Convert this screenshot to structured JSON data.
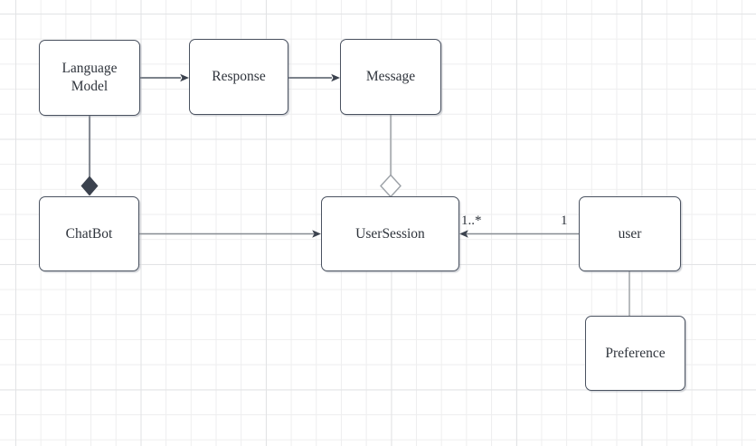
{
  "diagram": {
    "nodes": [
      {
        "id": "language-model",
        "label": "Language\nModel"
      },
      {
        "id": "response",
        "label": "Response"
      },
      {
        "id": "message",
        "label": "Message"
      },
      {
        "id": "chatbot",
        "label": "ChatBot"
      },
      {
        "id": "user-session",
        "label": "UserSession"
      },
      {
        "id": "user",
        "label": "user"
      },
      {
        "id": "preference",
        "label": "Preference"
      }
    ],
    "edges": [
      {
        "from": "Language Model",
        "to": "Response",
        "type": "directed-arrow"
      },
      {
        "from": "Response",
        "to": "Message",
        "type": "directed-arrow"
      },
      {
        "from": "Language Model",
        "to": "ChatBot",
        "type": "composition-filled-diamond"
      },
      {
        "from": "Message",
        "to": "UserSession",
        "type": "aggregation-hollow-diamond"
      },
      {
        "from": "ChatBot",
        "to": "UserSession",
        "type": "directed-arrow"
      },
      {
        "from": "user",
        "to": "UserSession",
        "type": "directed-arrow",
        "source_label": "1",
        "target_label": "1..*"
      },
      {
        "from": "user",
        "to": "Preference",
        "type": "plain-line"
      }
    ],
    "edge_labels": [
      {
        "id": "multiplicity-many",
        "text": "1..*"
      },
      {
        "id": "multiplicity-one",
        "text": "1"
      }
    ],
    "colors": {
      "node_border": "#4a5260",
      "node_fill": "#ffffff",
      "connector_dark": "#515965",
      "connector_medium": "#868b91",
      "connector_light": "#a6aaae",
      "arrowhead_fill": "#3b424e",
      "composition_diamond_fill": "#3b424e",
      "aggregation_diamond_stroke": "#9ba0a6",
      "grid_minor": "#eeeeef",
      "grid_major": "#e2e3e5",
      "text": "#2f343c"
    }
  }
}
